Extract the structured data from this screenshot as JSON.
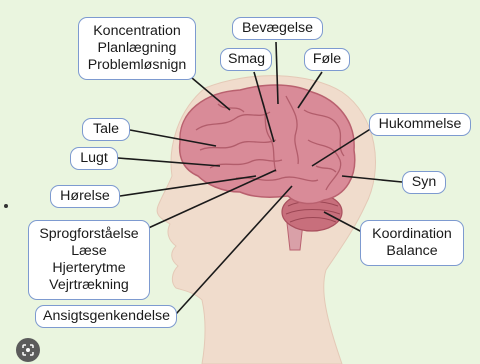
{
  "labels": {
    "koncentration": [
      "Koncentration",
      "Planlægning",
      "Problemløsnign"
    ],
    "bevaegelse": "Bevægelse",
    "smag": "Smag",
    "foele": "Føle",
    "hukommelse": "Hukommelse",
    "tale": "Tale",
    "lugt": "Lugt",
    "syn": "Syn",
    "hoerelse": "Hørelse",
    "sprog": [
      "Sprogforståelse",
      "Læse",
      "Hjerterytme",
      "Vejrtrækning"
    ],
    "koordination": [
      "Koordination",
      "Balance"
    ],
    "ansigt": "Ansigtsgenkendelse"
  },
  "colors": {
    "background": "#eaf5df",
    "skin": "#f0dccc",
    "brain": "#d98b98",
    "brain_dark": "#b9616f",
    "cerebellum": "#c86f7c",
    "label_border": "#7d9ad0"
  },
  "icons": {
    "lens": "google-lens-icon"
  }
}
